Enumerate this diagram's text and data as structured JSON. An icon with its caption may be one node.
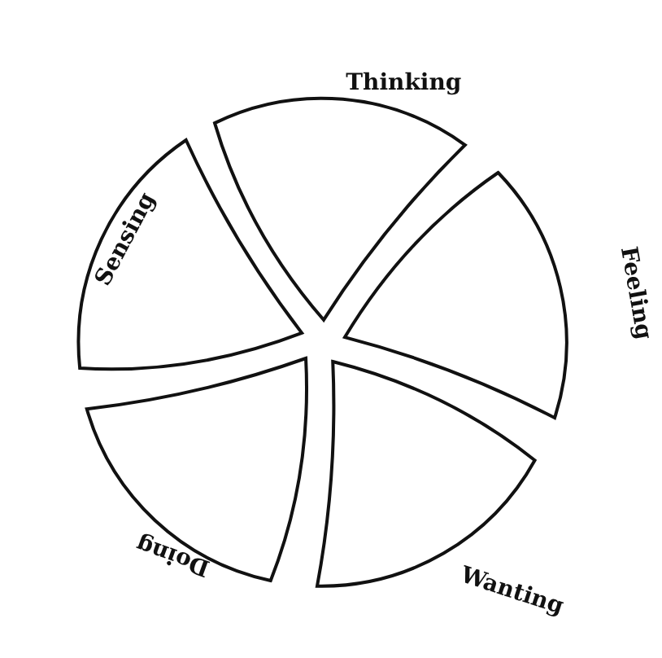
{
  "diagram": {
    "nodes": [
      {
        "text": [
          "Thinking"
        ]
      },
      {
        "text": [
          "Feeling"
        ]
      },
      {
        "text": [
          "Wanting"
        ]
      },
      {
        "text": [
          "Doing"
        ]
      },
      {
        "text": [
          "Sensing"
        ]
      }
    ]
  }
}
